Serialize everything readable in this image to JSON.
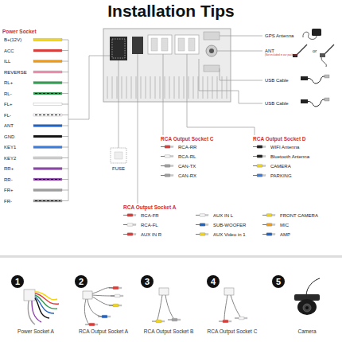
{
  "diagram": {
    "title": "Installation Tips",
    "nodes": [
      {
        "text": [
          "1"
        ]
      },
      {
        "text": [
          "2"
        ]
      },
      {
        "text": [
          "3"
        ]
      },
      {
        "text": [
          "4"
        ]
      },
      {
        "text": [
          "5"
        ]
      }
    ],
    "labels": [
      "Power Socket",
      "B+(12V)",
      "ACC",
      "ILL",
      "REVERSE",
      "RL+",
      "RL-",
      "FL+",
      "FL-",
      "ANT",
      "GND",
      "KEY1",
      "KEY2",
      "RR+",
      "RR-",
      "FR+",
      "FR-",
      "FUSE",
      "GPS Antenna",
      "ANT",
      "(Not included in our package)",
      "or",
      "USB Cable",
      "USB Cable",
      "RCA Output Socket C",
      "RCA-RR",
      "RCA-RL",
      "CAN-TX",
      "CAN-RX",
      "RCA Output Socket D",
      "WIFI Antenna",
      "Bluetooth Antenna",
      "CAMERA",
      "PARKING",
      "RCA Output Socket A",
      "RCA-FR",
      "RCA-FL",
      "AUX IN R",
      "AUX IN L",
      "SUB-WOOFER",
      "AUX Video in 1",
      "FRONT CAMERA",
      "MIC",
      "AMP",
      "Power Socket A",
      "RCA Output Socket A",
      "RCA Output Socket B",
      "RCA Output Socket C",
      "Camera"
    ]
  }
}
